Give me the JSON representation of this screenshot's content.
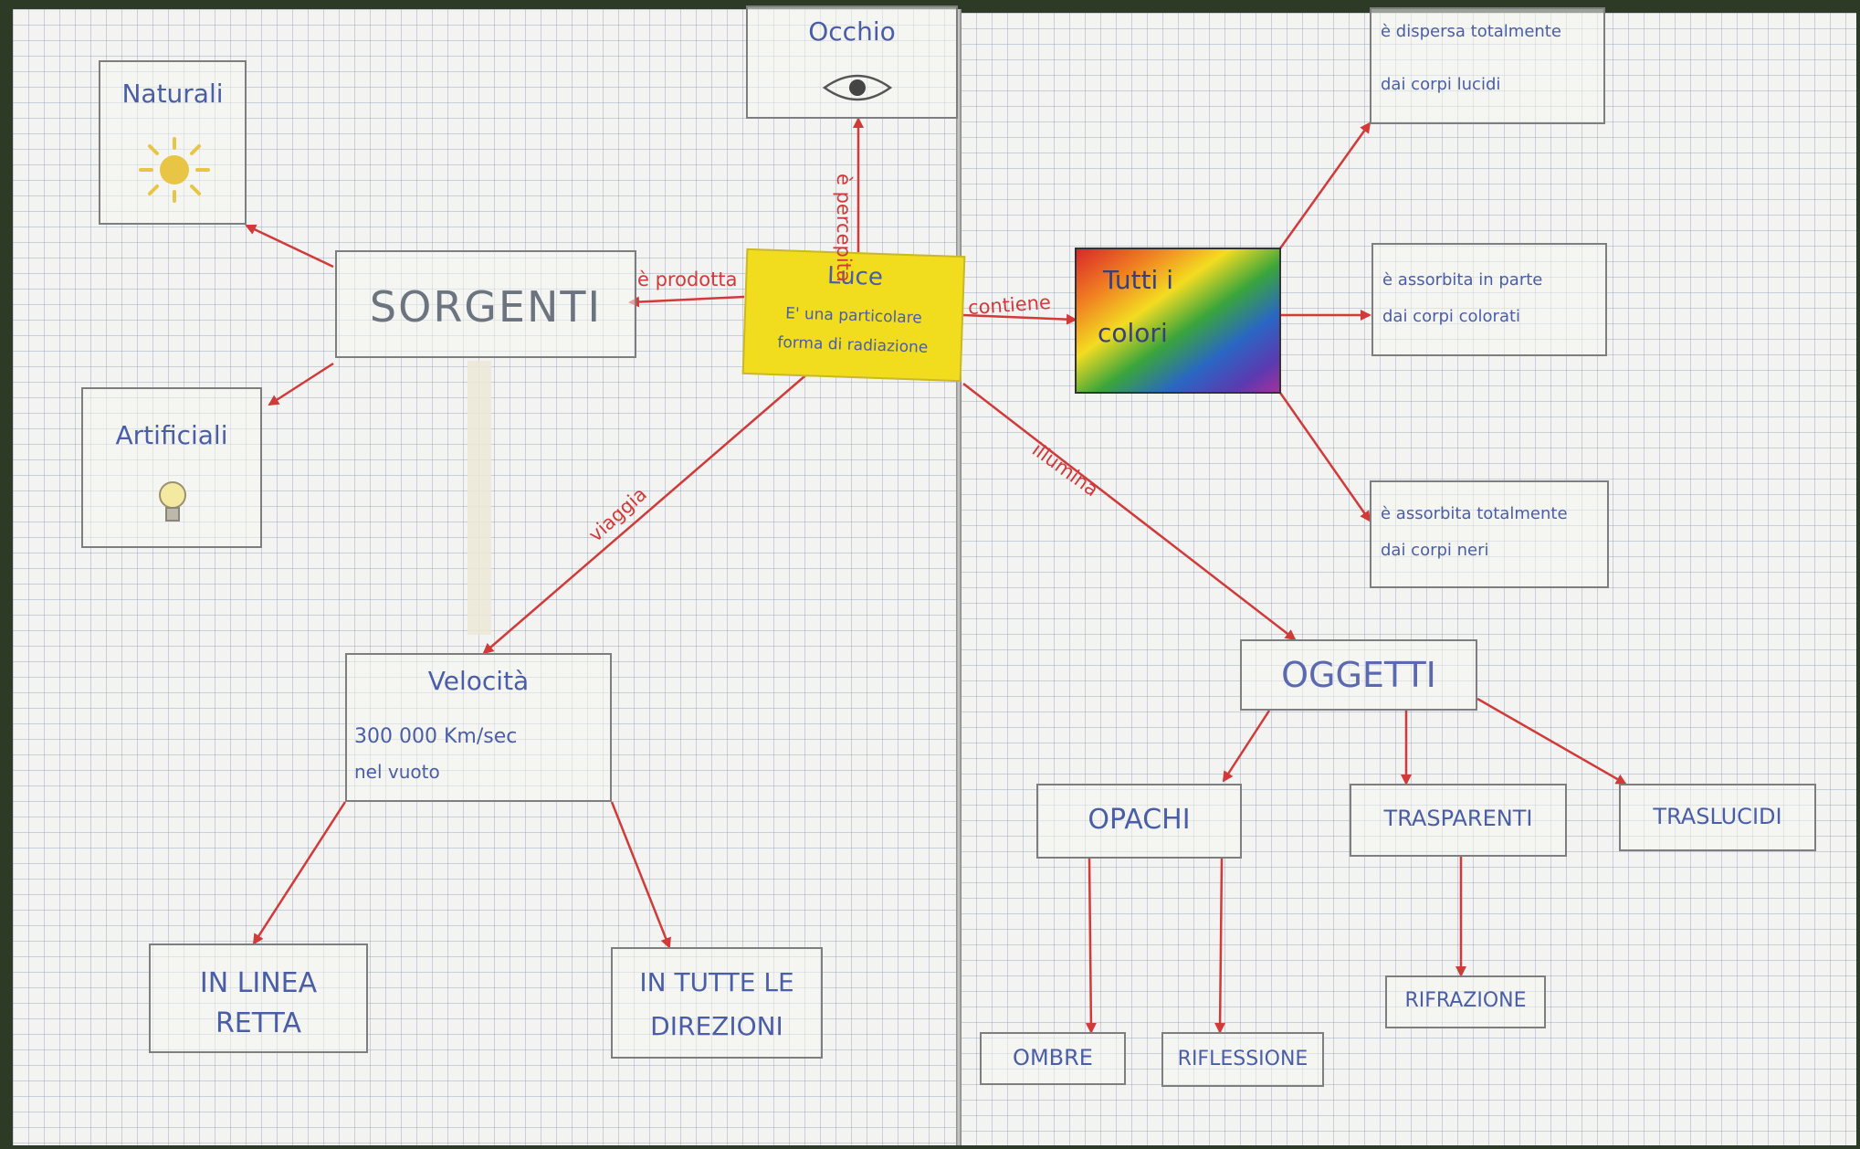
{
  "sources": {
    "title": "SORGENTI",
    "natural": "Naturali",
    "artificial": "Artificiali"
  },
  "light": {
    "title": "Luce",
    "desc_line1": "E' una particolare",
    "desc_line2": "forma di radiazione"
  },
  "eye": {
    "title": "Occhio"
  },
  "colors": {
    "line1": "Tutti i",
    "line2": "colori"
  },
  "speed": {
    "title": "Velocità",
    "value": "300 000 Km/sec",
    "medium": "nel vuoto"
  },
  "directions": {
    "straight_line1": "IN LINEA",
    "straight_line2": "RETTA",
    "all_line1": "IN TUTTE LE",
    "all_line2": "DIREZIONI"
  },
  "absorption": {
    "total_line1": "è dispersa totalmente",
    "total_line2": "dai corpi lucidi",
    "partial_line1": "è assorbita in parte",
    "partial_line2": "dai corpi colorati",
    "full_line1": "è assorbita totalmente",
    "full_line2": "dai corpi neri"
  },
  "objects": {
    "title": "OGGETTI",
    "opaque": "OPACHI",
    "transparent": "TRASPARENTI",
    "translucent": "TRASLUCIDI",
    "shadow": "OMBRE",
    "reflection": "RIFLESSIONE",
    "refraction": "RIFRAZIONE"
  },
  "edges": {
    "produced": "è prodotta",
    "perceived": "è percepita",
    "contains": "contiene",
    "illuminates": "illumina",
    "travels": "viaggia"
  },
  "icons": [
    "sun-icon",
    "light-bulb-icon",
    "eye-icon"
  ],
  "colors_palette": {
    "ink_blue": "#4a5ea8",
    "arrow_red": "#d23a3a",
    "highlight_yellow": "#f2dc1e",
    "box_gray": "#7e7e80"
  }
}
